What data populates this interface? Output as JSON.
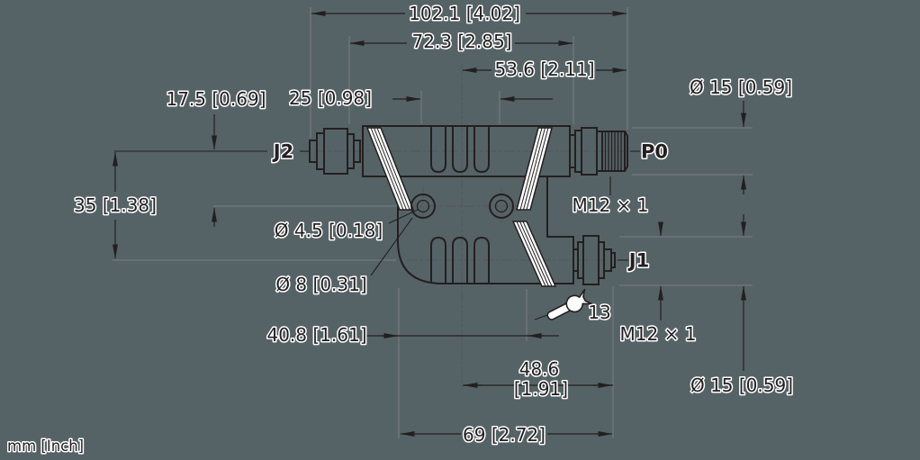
{
  "drawing": {
    "type": "technical-dimension-drawing",
    "units_label": "mm [Inch]",
    "connector_labels": {
      "left": "J2",
      "top_right": "P0",
      "bottom_right": "J1"
    },
    "dims": {
      "overall": "102.1 [4.02]",
      "upper_72": "72.3 [2.85]",
      "upper_53": "53.6 [2.11]",
      "ribs_25": "25 [0.98]",
      "vert_17": "17.5 [0.69]",
      "vert_35": "35 [1.38]",
      "dia15_top": "Ø 15 [0.59]",
      "thread_p0": "M12 × 1",
      "hole_dia": "Ø 4.5 [0.18]",
      "counterbore_dia": "Ø 8 [0.31]",
      "lower_40": "40.8 [1.61]",
      "lower_48_line1": "48.6",
      "lower_48_line2": "[1.91]",
      "lower_69": "69 [2.72]",
      "thread_j1": "M12 × 1",
      "dia15_bottom": "Ø 15 [0.59]",
      "wrench_size": "13"
    },
    "colors": {
      "line": "#231f20",
      "extension_line": "#7b7d80",
      "centerline": "#54565a",
      "background": "#566366",
      "text_halo": "#ffffff"
    }
  }
}
